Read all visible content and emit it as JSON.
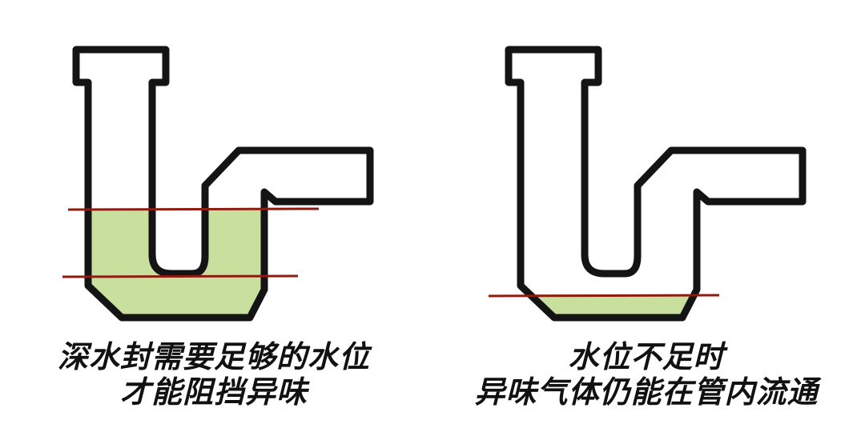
{
  "figures": [
    {
      "id": "deep-water-seal",
      "caption_line1": "深水封需要足够的水位",
      "caption_line2": "才能阻挡异味"
    },
    {
      "id": "insufficient-water-seal",
      "caption_line1": "水位不足时",
      "caption_line2": "异味气体仍能在管内流通"
    }
  ],
  "colors": {
    "background": "#ffffff",
    "pipe_outline": "#141414",
    "pipe_fill": "#ffffff",
    "water": "#c9df9e",
    "level_line": "#8e1b10"
  }
}
